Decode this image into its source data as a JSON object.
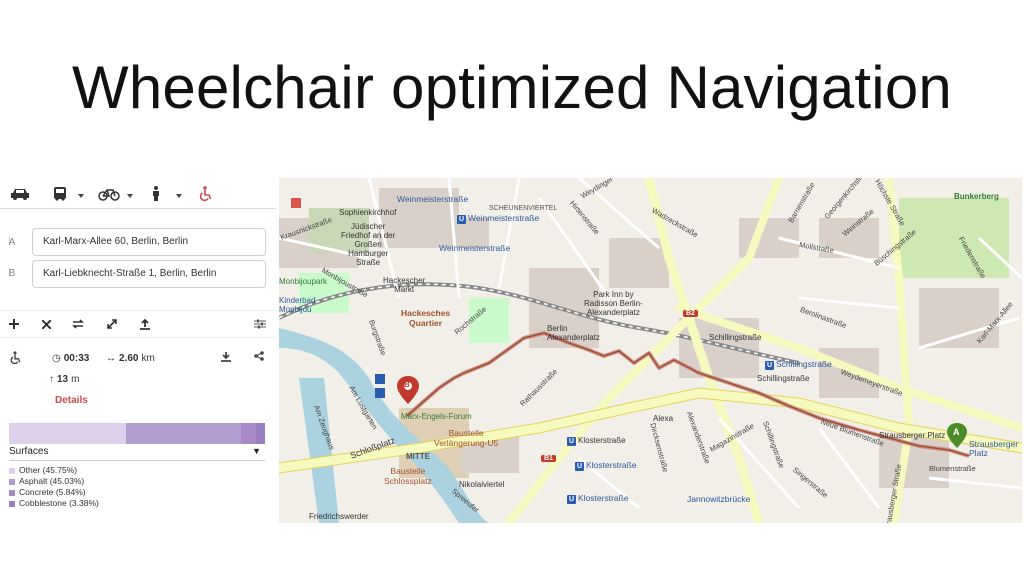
{
  "slide": {
    "title": "Wheelchair optimized Navigation"
  },
  "panel": {
    "modes": [
      {
        "icon": "car-icon"
      },
      {
        "icon": "bus-icon"
      },
      {
        "icon": "bike-icon"
      },
      {
        "icon": "pedestrian-icon"
      },
      {
        "icon": "wheelchair-icon",
        "active_color": "#d04a4a"
      }
    ],
    "inputs": [
      {
        "label": "A",
        "value": "Karl-Marx-Allee 60, Berlin, Berlin"
      },
      {
        "label": "B",
        "value": "Karl-Liebknecht-Straße 1, Berlin, Berlin"
      }
    ],
    "tools": [
      "add-icon",
      "clear-icon",
      "reverse-icon",
      "expand-icon",
      "upload-icon",
      "settings-sliders-icon"
    ],
    "summary": {
      "duration": "00:33",
      "distance": "2.60",
      "distance_unit": "km",
      "ascent": "13",
      "ascent_unit": "m",
      "details_label": "Details"
    },
    "surfaces": {
      "header": "Surfaces",
      "items": [
        {
          "label": "Other (45.75%)",
          "share": 45.75,
          "color": "#ddd0ea"
        },
        {
          "label": "Asphalt (45.03%)",
          "share": 45.03,
          "color": "#b29dd0"
        },
        {
          "label": "Concrete (5.84%)",
          "share": 5.84,
          "color": "#a78bc9"
        },
        {
          "label": "Cobblestone (3.38%)",
          "share": 3.38,
          "color": "#9a7fc0"
        }
      ]
    }
  },
  "map": {
    "labels": {
      "weinmeister1": "Weinmeisterstraße",
      "weinmeister2": "Weinmeisterstraße",
      "weinmeister3": "Weinmeisterstraße",
      "scheunen": "SCHEUNENVIERTEL",
      "sophien": "Sophienkirchhof",
      "krausnick": "Krausnickstraße",
      "juedischer": "Jüdischer\nFriedhof an der\nGroßen\nHamburger\nStraße",
      "monbijoupark": "Monbijoupark",
      "monbijoustr": "Monbijoustraße",
      "kinderbad": "Kinderbad\nMonbijou",
      "hackescher_markt": "Hackescher\nMarkt",
      "hackesches_quartier": "Hackesches\nQuartier",
      "rochstr": "Rochstraße",
      "burgstr": "Burgstraße",
      "anlustgarten": "Am Lustgarten",
      "amzeughaus": "Am Zeughaus",
      "schlossplatz": "Schloßplatz",
      "mitte": "MITTE",
      "baustelle_schloss": "Baustelle\nSchlossplatz",
      "friedrichswerder": "Friedrichswerder",
      "nikolaiviertel": "Nikolaiviertel",
      "spreeufer": "Spreeufer",
      "marx_engels": "Marx-Engels-Forum",
      "baustelle_us": "Baustelle\nVerlängerung-U5",
      "rathausstr": "Rathausstraße",
      "berlin_alex": "Berlin\nAlexanderplatz",
      "park_inn": "Park Inn by\nRadisson Berlin-\nAlexanderplatz",
      "alexanderstr": "Alexanderstraße",
      "klosterstr1": "Klosterstraße",
      "klosterstr2": "Klosterstraße",
      "klosterstr3": "Klosterstraße",
      "dircksenstr": "Dircksenstraße",
      "alexa": "Alexa",
      "jannowitz": "Jannowitzbrücke",
      "schillingstr1": "Schillingstraße",
      "schillingstr2": "Schillingstraße",
      "schillingstr3": "Schillingstraße",
      "schillingstr4": "Schillingstraße",
      "magazinstr": "Magazinstraße",
      "neue_blumen": "Neue Blumenstraße",
      "singerstr": "Singerstraße",
      "blumenstr": "Blumenstraße",
      "strausberger1": "Strausberger Platz",
      "strausberger2": "Strausberger\nPlatz",
      "strausberger_str": "Strausberger Straße",
      "berolinastr": "Berolinastraße",
      "weydemeyer": "Weydemeyerstraße",
      "karl_marx_allee": "Karl-Marx-Allee",
      "hirtenstr": "Hirtenstraße",
      "wadzeckstr": "Wadzeckstraße",
      "mollstr": "Mollstraße",
      "barnimstr": "Barnimstraße",
      "weinstr": "Weinstraße",
      "hoechste": "Höchste Straße",
      "buschingstr": "Büschingstraße",
      "friedensstr": "Friedenstraße",
      "georgenk": "Georgenkirchstraße",
      "bunkerberg": "Bunkerberg",
      "b2": "B2",
      "b1": "B1",
      "weydinger": "Weydinger",
      "marker_a": "A",
      "marker_b": "B",
      "u": "U"
    }
  }
}
